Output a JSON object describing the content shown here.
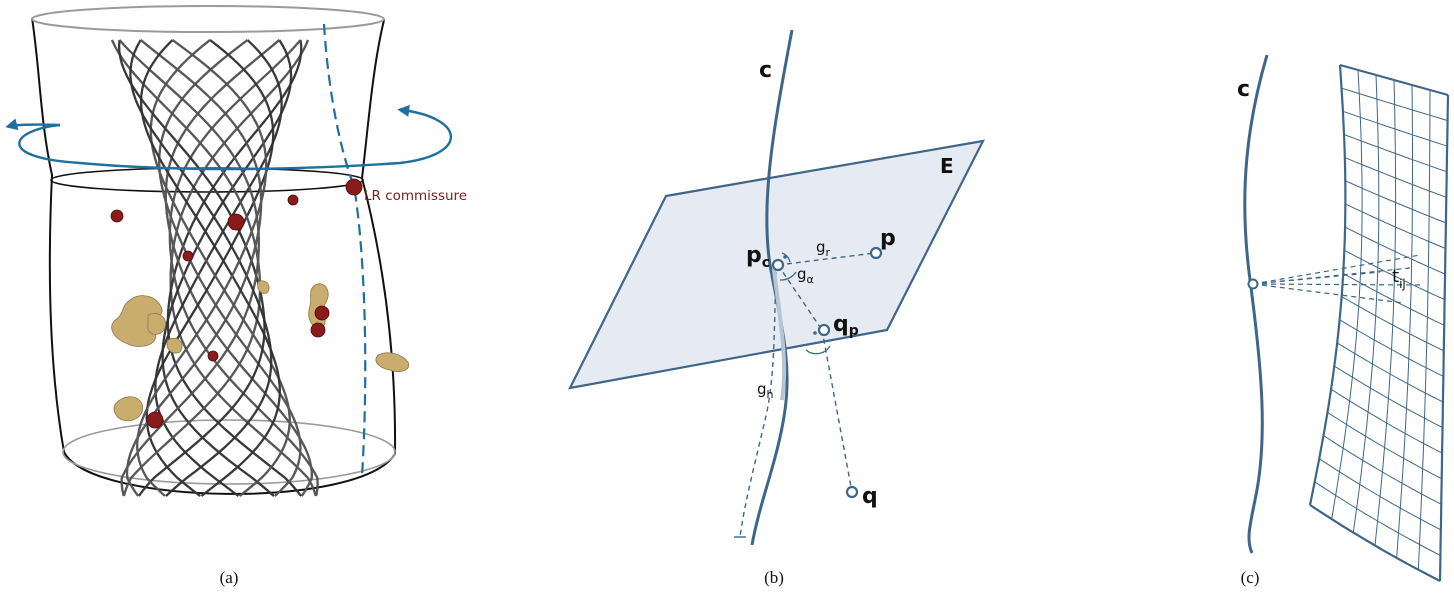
{
  "panel_a": {
    "caption": "(a)",
    "commissure_label": "LR commissure",
    "colors": {
      "outline": "#111111",
      "rim": "#9a9a9a",
      "arrow": "#1f6f9f",
      "commissure_line": "#1f6f9f",
      "marker": "#8b1a1a",
      "calcification": "#c8ad6e",
      "stent": "#4a4a4a",
      "label": "#7a2020"
    }
  },
  "panel_b": {
    "caption": "(b)",
    "curve_label": "c",
    "plane_label": "E",
    "labels": {
      "pc_main": "p",
      "pc_sub": "c",
      "p": "p",
      "qp_main": "q",
      "qp_sub": "p",
      "q": "q",
      "gr_main": "g",
      "gr_sub": "r",
      "galpha_main": "g",
      "galpha_sub": "α",
      "gh_main": "g",
      "gh_sub": "h"
    },
    "colors": {
      "line": "#3e6689",
      "plane_fill": "#e6eaf2"
    }
  },
  "panel_c": {
    "caption": "(c)",
    "curve_label": "c",
    "t_main": "t",
    "t_sub": "ij",
    "colors": {
      "line": "#3e6689"
    }
  }
}
